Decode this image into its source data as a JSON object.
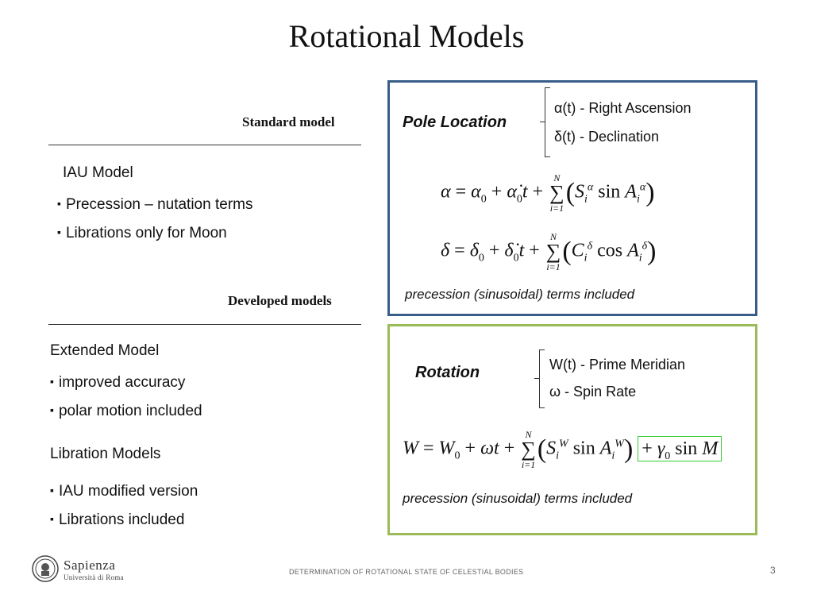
{
  "title": "Rotational Models",
  "left": {
    "standard_label": "Standard  model",
    "iau_heading": "IAU Model",
    "iau_bullets": [
      "Precession – nutation terms",
      "Librations only for Moon"
    ],
    "developed_label": "Developed models",
    "extended_heading": "Extended Model",
    "extended_bullets": [
      "improved accuracy",
      "polar motion included"
    ],
    "libration_heading": "Libration Models",
    "libration_bullets": [
      "IAU modified version",
      "Librations included"
    ]
  },
  "pole": {
    "label": "Pole Location",
    "defs": [
      "α(t)  - Right Ascension",
      "δ(t)  - Declination"
    ],
    "note": "precession (sinusoidal) terms included",
    "border_color": "#385d8a"
  },
  "rotation": {
    "label": "Rotation",
    "defs": [
      "W(t)  - Prime Meridian",
      "ω  - Spin Rate"
    ],
    "note": "precession (sinusoidal) terms included",
    "border_color": "#9bbb59",
    "highlight_color": "#33cc33"
  },
  "logo": {
    "name": "Sapienza",
    "sub": "Università di Roma",
    "icon": "university-seal-icon"
  },
  "footer": "DETERMINATION OF ROTATIONAL STATE OF CELESTIAL BODIES",
  "page_number": "3"
}
